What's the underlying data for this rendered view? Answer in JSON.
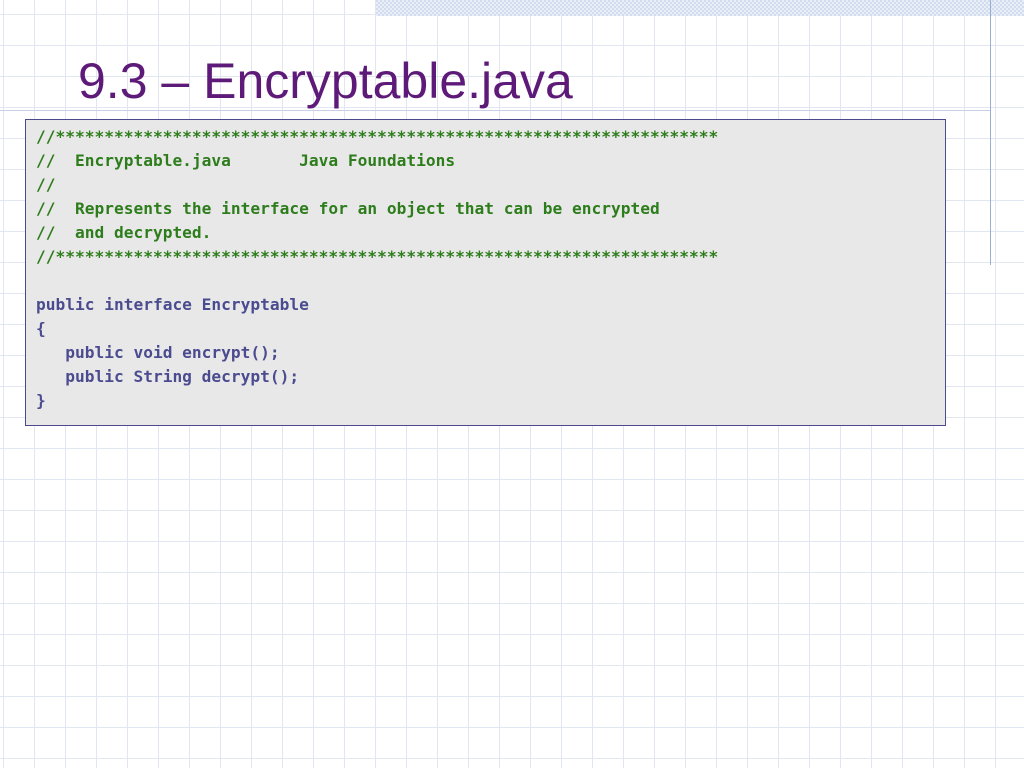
{
  "slide": {
    "title": "9.3 – Encryptable.java"
  },
  "code_box": {
    "lines": [
      {
        "kind": "comment",
        "text": "//********************************************************************"
      },
      {
        "kind": "comment",
        "text": "//  Encryptable.java       Java Foundations"
      },
      {
        "kind": "comment",
        "text": "//"
      },
      {
        "kind": "comment",
        "text": "//  Represents the interface for an object that can be encrypted"
      },
      {
        "kind": "comment",
        "text": "//  and decrypted."
      },
      {
        "kind": "comment",
        "text": "//********************************************************************"
      },
      {
        "kind": "code",
        "text": ""
      },
      {
        "kind": "code",
        "text": "public interface Encryptable"
      },
      {
        "kind": "code",
        "text": "{"
      },
      {
        "kind": "code",
        "text": "   public void encrypt();"
      },
      {
        "kind": "code",
        "text": "   public String decrypt();"
      },
      {
        "kind": "code",
        "text": "}"
      }
    ]
  },
  "colors": {
    "title": "#5e1a78",
    "comment": "#2e7d1c",
    "code": "#4b4b8f",
    "code_background": "#e8e8e8",
    "code_border": "#4a4a8c"
  }
}
